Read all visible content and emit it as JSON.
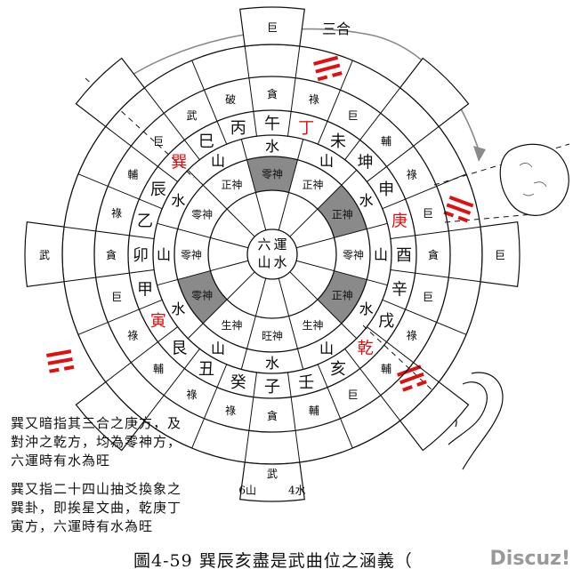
{
  "title_arc": "三合",
  "center": [
    "六",
    "運",
    "山",
    "水"
  ],
  "ring2": {
    "labels": [
      "旺神",
      "生神",
      "零神",
      "零神",
      "零神",
      "正神",
      "零神",
      "正神",
      "正神",
      "零神",
      "正神",
      "生神"
    ]
  },
  "ring3": {
    "items": [
      "水",
      "山",
      "水",
      "山",
      "水",
      "山",
      "水",
      "山",
      "水",
      "山",
      "水",
      "山"
    ]
  },
  "ring4": {
    "mountains": [
      "子",
      "癸",
      "丑",
      "艮",
      "寅",
      "甲",
      "卯",
      "乙",
      "辰",
      "巽",
      "巳",
      "丙",
      "午",
      "丁",
      "未",
      "坤",
      "申",
      "庚",
      "酉",
      "辛",
      "戌",
      "乾",
      "亥",
      "壬"
    ]
  },
  "ring5": {
    "stars": [
      "貪",
      "祿",
      "祿",
      "輔",
      "祿",
      "巨",
      "貪",
      "祿",
      "輔",
      "巨",
      "武",
      "破",
      "貪",
      "祿",
      "巨",
      "輔",
      "祿",
      "巨",
      "貪",
      "巨",
      "祿",
      "輔",
      "巨",
      "輔"
    ]
  },
  "outer_labels": {
    "south": "巨",
    "north": "武",
    "east": "巨",
    "west": "武",
    "north_left": "6山",
    "north_right": "4水"
  },
  "notes": {
    "line1": "巽又暗指其三合之庚方，及",
    "line2": "對沖之乾方，均為零神方，",
    "line3": "六運時有水為旺",
    "line4": "巽又指二十四山抽爻換象之",
    "line5": "巽卦，即挨星文曲，乾庚丁",
    "line6": "寅方，六運時有水為旺"
  },
  "caption": "圖4-59  巽辰亥盡是武曲位之涵義（",
  "watermark": "Discuz!",
  "colors": {
    "red": "#e01010",
    "blue": "#1030d0",
    "gray": "#8a8a8a",
    "line": "#111111"
  }
}
